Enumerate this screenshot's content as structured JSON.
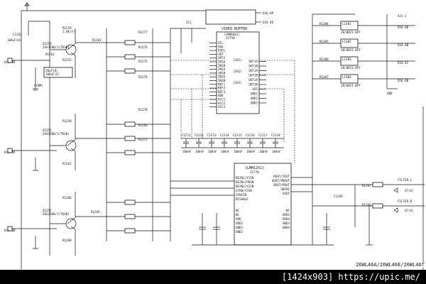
{
  "labels": {
    "in_top": "D16-4B",
    "in_mid": "D16-4D",
    "in_bot": "D16-6B",
    "c1283": "C1283",
    "c1283_v": "100uF(H)",
    "q1253": "Q1253",
    "q1253_p": "2SA1586(Y/TEGB)",
    "r1259": "R1259",
    "r1259_v": "1.8K(F)",
    "r1263": "R1263",
    "r1277": "R1277",
    "r1276": "R1276",
    "r1275": "R1275",
    "r1278": "R1278",
    "r1262": "R1262",
    "r1252": "R1252",
    "q1251": "Q1251",
    "q1251_p": "2SA1586(Y/TEGB)",
    "r1258": "R1258",
    "r1270": "R1270",
    "r1269": "R1269",
    "r1271": "R1271",
    "r1261": "R1261",
    "q1252": "Q1252",
    "q1252_p": "2SA1586(Y/TEGB)",
    "r1266": "R1266",
    "r1265": "R1265",
    "r1268": "R1268",
    "sub_rpbg": "P(NM)",
    "vbuf_title": "VIDEO BUFFER",
    "vbuf_part": "(LMH6641)",
    "vbuf_ref": "IC750",
    "vbuf_pins": [
      "SCL",
      "SDA",
      "VSEL",
      "INT",
      "INT2",
      "IN1A",
      "IN1B",
      "IN2A",
      "IN2B",
      "IN3A",
      "IN3B",
      "REF1",
      "REF2",
      "REF3",
      "VDD",
      "VCC1",
      "VCC2",
      "VCC3"
    ],
    "vbuf_out": [
      "OUT1A",
      "OUT1B",
      "OUT2A",
      "OUT2B",
      "OUT3A",
      "OUT3B",
      "VSS",
      "GND1",
      "GND2",
      "GND3"
    ],
    "ch1": "(CH1)",
    "ch2": "(CH2)",
    "ch3": "(CH3)",
    "top_net1": "D16-8P",
    "top_net2": "D16-4E",
    "top_ic": "IC1",
    "right_coils": [
      "L1301",
      "L1302",
      "L1303",
      "L1304"
    ],
    "right_coil_parts": [
      "28/0821-8PT",
      "28/0821-8PT",
      "28/0821-8PT",
      "28/0821-8PT"
    ],
    "right_nets": [
      "D16-4B",
      "D16-4B",
      "D16-4C",
      "D16-6B"
    ],
    "right_r": [
      "R1384",
      "R1385",
      "R1386",
      "R1387"
    ],
    "r_top_net": "A21-1",
    "amp_title": "(LMH1251)",
    "amp_ref": "IC770",
    "amp_left": [
      "RGIN1/Y1IN",
      "BGIN1/PBIN",
      "BGIN2/Y2IN",
      "GTHB/Y2IN",
      "SYNCIN",
      "DISABLE"
    ],
    "amp_right": [
      "ROUT/YOUT",
      "GOUT/PBOUT",
      "BOUT/POUT",
      "SBIN1",
      "SOUT"
    ],
    "amp_mid": [
      "NC",
      "NC",
      "VDD",
      "VDD2",
      "GND1",
      "GND2"
    ],
    "amp_pins_r": [
      "NC",
      "VDD3",
      "VDD4",
      "GND3",
      "GND4"
    ],
    "filter_l": "FILTER_L",
    "filter_r": "FILTER_R",
    "right_bot_nets": [
      "A7(U)",
      "A7(U)"
    ],
    "right_bot_r": [
      "R1267",
      "R1268"
    ],
    "c1269": "C1269",
    "gnd": "GND",
    "caps_row": [
      "C1211",
      "C1212",
      "C1213",
      "C1214",
      "C1215",
      "C1216",
      "C1217",
      "C1218"
    ],
    "caps_val": "100nF"
  },
  "model": "26WL46A/26WL46E/26WL46T",
  "footer": "[1424x903] https://upic.me/"
}
